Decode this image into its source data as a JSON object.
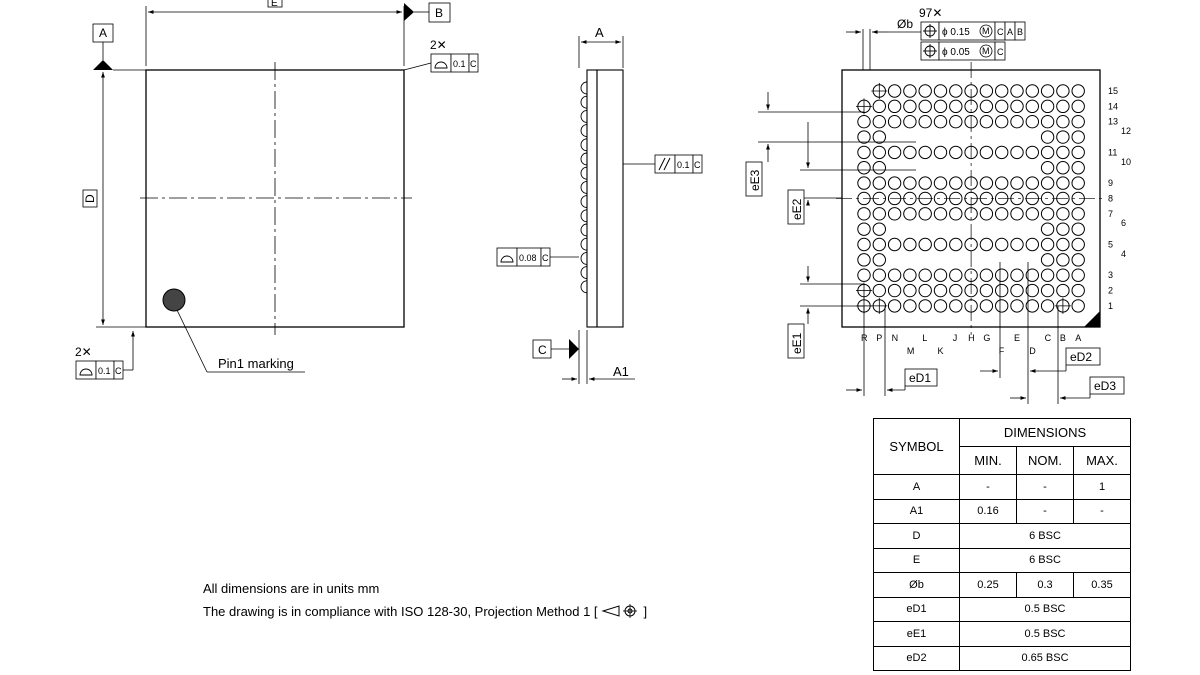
{
  "labels": {
    "datum_a": "A",
    "datum_b": "B",
    "datum_c": "C",
    "dim_e": "E",
    "dim_d": "D",
    "dim_a": "A",
    "dim_a1": "A1",
    "mult_2x": "2✕",
    "mult_97x": "97✕",
    "ball_dia": "Øb",
    "pin1": "Pin1 marking",
    "eD1": "eD1",
    "eD2": "eD2",
    "eD3": "eD3",
    "eE1": "eE1",
    "eE2": "eE2",
    "eE3": "eE3"
  },
  "tolerances": {
    "flatness_top": [
      "0.1",
      "C"
    ],
    "flatness_bottom": [
      "0.1",
      "C"
    ],
    "parallel": [
      "0.1",
      "C"
    ],
    "coplanarity": [
      "0.08",
      "C"
    ],
    "position_1": [
      "ϕ 0.15",
      "M",
      "C",
      "A",
      "B"
    ],
    "position_2": [
      "ϕ 0.05",
      "M",
      "C"
    ]
  },
  "grid": {
    "columns": [
      "A",
      "B",
      "C",
      "D",
      "E",
      "F",
      "G",
      "H",
      "J",
      "K",
      "L",
      "M",
      "N",
      "P",
      "R"
    ],
    "rows": [
      "1",
      "2",
      "3",
      "4",
      "5",
      "6",
      "7",
      "8",
      "9",
      "10",
      "11",
      "12",
      "13",
      "14",
      "15"
    ]
  },
  "notes": {
    "units": "All dimensions are in units mm",
    "compliance": "The drawing is in compliance with ISO 128-30, Projection Method 1 [",
    "compliance_end": "]"
  },
  "table": {
    "symbol_header": "SYMBOL",
    "dimensions_header": "DIMENSIONS",
    "min": "MIN.",
    "nom": "NOM.",
    "max": "MAX.",
    "rows": [
      {
        "symbol": "A",
        "min": "-",
        "nom": "-",
        "max": "1"
      },
      {
        "symbol": "A1",
        "min": "0.16",
        "nom": "-",
        "max": "-"
      },
      {
        "symbol": "D",
        "span": "6 BSC"
      },
      {
        "symbol": "E",
        "span": "6 BSC"
      },
      {
        "symbol": "Øb",
        "min": "0.25",
        "nom": "0.3",
        "max": "0.35"
      },
      {
        "symbol": "eD1",
        "span": "0.5 BSC"
      },
      {
        "symbol": "eE1",
        "span": "0.5 BSC"
      },
      {
        "symbol": "eD2",
        "span": "0.65 BSC"
      }
    ]
  }
}
